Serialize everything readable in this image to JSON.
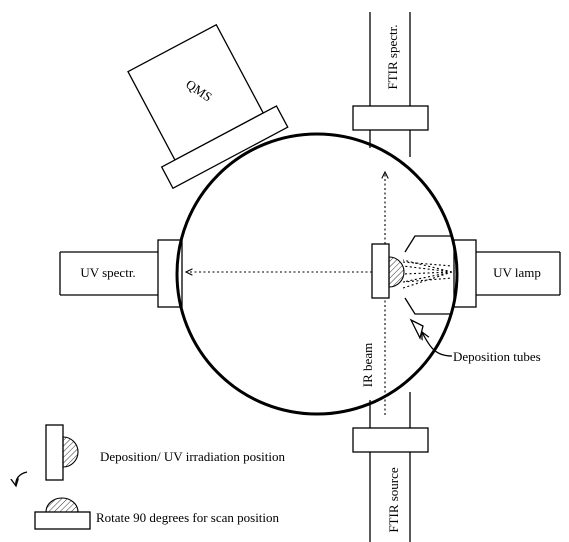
{
  "labels": {
    "qms": "QMS",
    "ftir_spectr": "FTIR spectr.",
    "uv_spectr": "UV spectr.",
    "uv_lamp": "UV lamp",
    "ir_beam": "IR beam",
    "deposition_tubes": "Deposition tubes",
    "ftir_source": "FTIR source"
  },
  "legend": {
    "deposition_position": "Deposition/ UV irradiation position",
    "scan_position": "Rotate 90 degrees for scan position"
  }
}
